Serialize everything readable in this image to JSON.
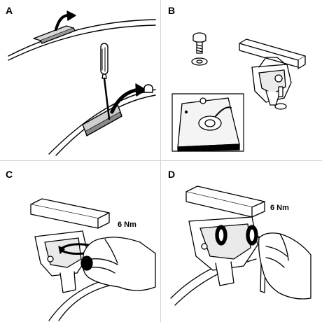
{
  "panels": {
    "a": {
      "label": "A"
    },
    "b": {
      "label": "B"
    },
    "c": {
      "label": "C",
      "torque": "6 Nm"
    },
    "d": {
      "label": "D",
      "torque": "6 Nm"
    }
  }
}
